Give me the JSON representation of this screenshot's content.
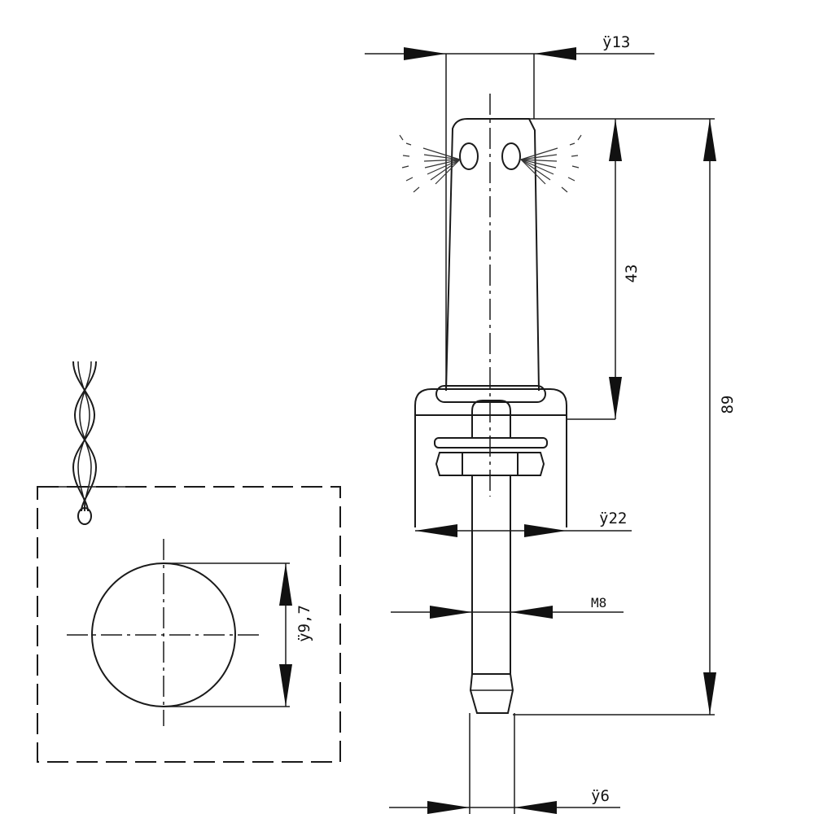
{
  "colors": {
    "ink": "#1a1a1a",
    "background": "#ffffff"
  },
  "dimensions": {
    "top_diameter": "ÿ13",
    "jet_height": "43",
    "overall_length": "89",
    "base_diameter": "ÿ22",
    "thread": "M8",
    "hole_diameter": "ÿ9,7",
    "hose_diameter": "ÿ6"
  },
  "icons": {
    "spray_left": "spray-jet-icon",
    "spray_right": "spray-jet-icon",
    "twisted_hose": "twisted-hose-icon"
  }
}
